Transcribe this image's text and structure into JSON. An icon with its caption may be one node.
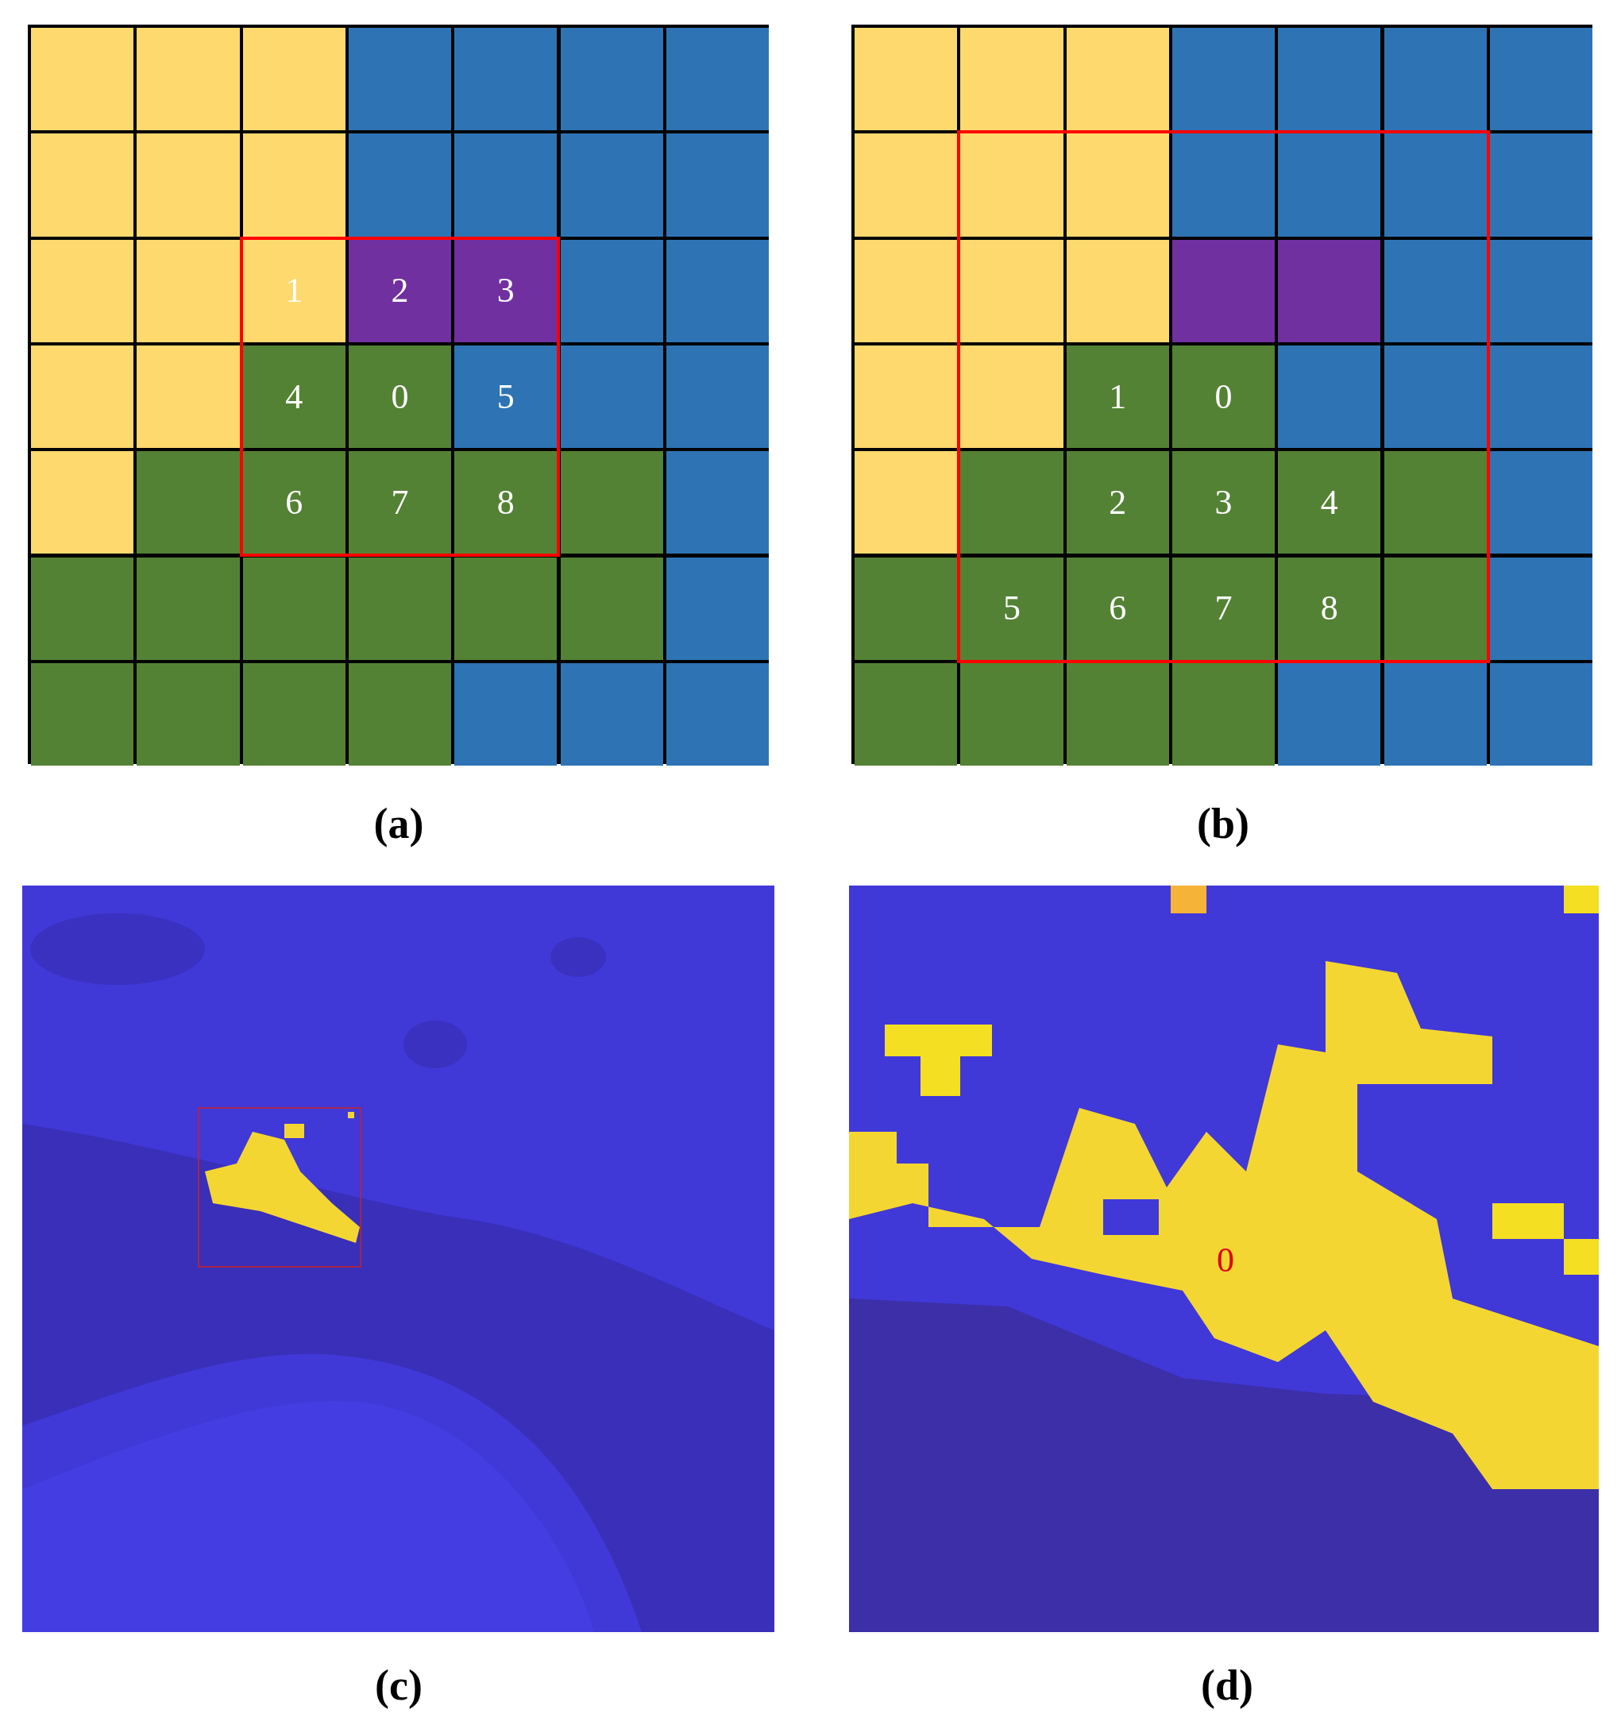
{
  "diagram": {
    "labels": [
      "1",
      "2",
      "3",
      "4",
      "0",
      "5",
      "6",
      "7",
      "8",
      "(a)",
      "1",
      "0",
      "2",
      "3",
      "4",
      "5",
      "6",
      "7",
      "8",
      "(b)",
      "(c)",
      "0",
      "(d)"
    ]
  }
}
